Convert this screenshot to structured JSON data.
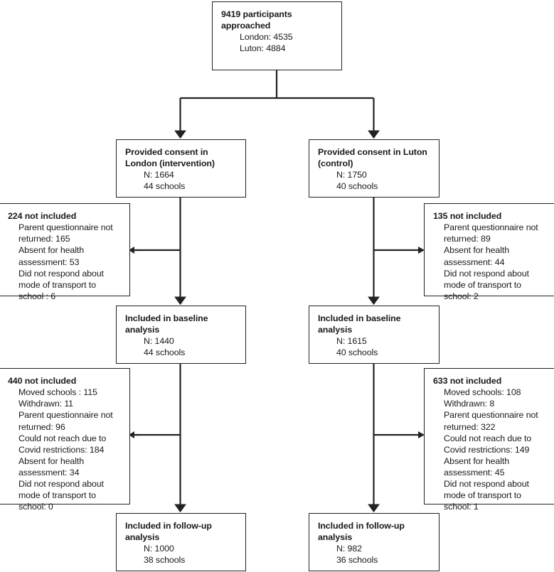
{
  "diagram": {
    "type": "flowchart",
    "title": "Participant flow diagram",
    "stroke_color": "#222222",
    "background_color": "#ffffff"
  },
  "nodes": {
    "approached": {
      "header": "9419 participants\napproached",
      "lines": [
        "London: 4535",
        "Luton: 4884"
      ]
    },
    "consent_london": {
      "header": "Provided consent in\nLondon (intervention)",
      "lines": [
        "N: 1664",
        "44 schools"
      ]
    },
    "consent_luton": {
      "header": "Provided consent in Luton\n(control)",
      "lines": [
        "N: 1750",
        "40 schools"
      ]
    },
    "excluded_london_baseline": {
      "header": "224 not included",
      "lines": [
        "Parent questionnaire not\nreturned: 165",
        "Absent for health\nassessment: 53",
        "Did not respond about\nmode of transport to\nschool : 6"
      ]
    },
    "excluded_luton_baseline": {
      "header": "135 not included",
      "lines": [
        "Parent questionnaire not\nreturned: 89",
        "Absent for health\nassessment: 44",
        "Did not respond about\nmode of transport to\nschool: 2"
      ]
    },
    "baseline_london": {
      "header": "Included in baseline\nanalysis",
      "lines": [
        "N: 1440",
        "44 schools"
      ]
    },
    "baseline_luton": {
      "header": "Included in baseline\nanalysis",
      "lines": [
        "N: 1615",
        "40 schools"
      ]
    },
    "excluded_london_followup": {
      "header": "440 not included",
      "lines": [
        "Moved schools : 115",
        "Withdrawn: 11",
        "Parent questionnaire not\nreturned: 96",
        "Could not reach due to\nCovid restrictions: 184",
        "Absent for health\nassessment: 34",
        "Did not respond about\nmode of transport to\nschool: 0"
      ]
    },
    "excluded_luton_followup": {
      "header": "633 not included",
      "lines": [
        "Moved schools: 108",
        "Withdrawn: 8",
        "Parent questionnaire not\nreturned: 322",
        "Could not reach due to\nCovid restrictions: 149",
        "Absent for health\nassessment: 45",
        "Did not respond about\nmode of transport to\nschool: 1"
      ]
    },
    "followup_london": {
      "header": "Included in follow-up\nanalysis",
      "lines": [
        "N: 1000",
        "38 schools"
      ]
    },
    "followup_luton": {
      "header": "Included in follow-up\nanalysis",
      "lines": [
        "N: 982",
        "36 schools"
      ]
    }
  }
}
